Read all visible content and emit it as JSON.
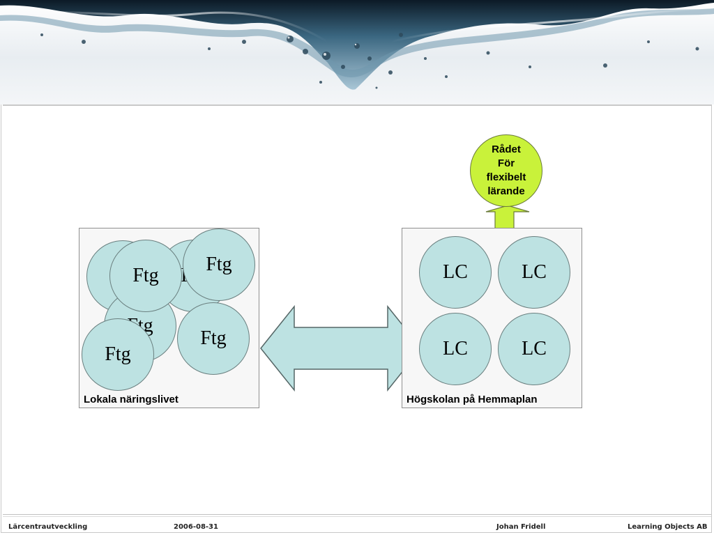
{
  "diagram": {
    "left_box": {
      "label": "Lokala näringslivet",
      "nodes": [
        "Ftg",
        "Ftg",
        "Ftg",
        "Ftg",
        "Ftg",
        "Ftg",
        "Ftg"
      ]
    },
    "right_box": {
      "label": "Högskolan på Hemmaplan",
      "nodes": [
        "LC",
        "LC",
        "LC",
        "LC"
      ]
    },
    "council": "Rådet\nFör\nflexibelt\nlärande"
  },
  "footer": {
    "left": "Lärcentrautveckling",
    "date": "2006-08-31",
    "author": "Johan Fridell",
    "company": "Learning Objects AB"
  },
  "colors": {
    "node_fill": "#bde2e2",
    "council_fill": "#c9f23a",
    "arrow_fill": "#bde2e2"
  },
  "icons": {
    "banner": "water-splash-banner"
  }
}
